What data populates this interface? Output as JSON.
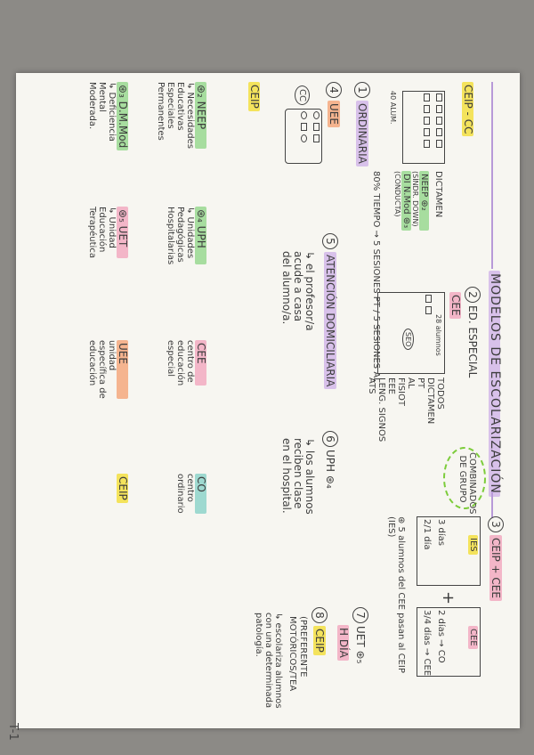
{
  "title": "MODELOS DE ESCOLARIZACIÓN",
  "page_number": "T-1",
  "sections": {
    "ordinaria": {
      "num": "1",
      "label": "ORDINARIA",
      "school": "CEIP - CC",
      "dictamen": "DICTAMEN",
      "building_label": "40 ALUM.",
      "tags": [
        "NEEP ⊛₂",
        "(SÍNDR. DOWN)",
        "DI N.Mod ⊛₃",
        "(CONDUCTA)"
      ],
      "tiempo": "80% TIEMPO → 5 SESIONES PT / 5 SESIONES AL"
    },
    "ed_especial": {
      "num": "2",
      "label": "ED. ESPECIAL",
      "school": "CEE",
      "box_note": "28 alumnos",
      "sub": [
        "SEO"
      ],
      "list": [
        "TODOS",
        "DICTAMEN",
        "PT",
        "AL",
        "FISIOT",
        "EEE",
        "LENG. SIGNOS",
        "ATS"
      ]
    },
    "ceip_cee": {
      "num": "3",
      "label": "CEIP + CEE",
      "combinados": "COMBINADOS DE GRUPO",
      "left_tag": "IES",
      "right_tag": "CEE",
      "left_days": [
        "3 días",
        "2/1 día"
      ],
      "plus": "+",
      "right_days": [
        "2 días → CO",
        "3/4 días → CEE"
      ],
      "note": "⊛ 5 alumnos del CEE pasan al CEIP (IES)"
    },
    "uee": {
      "num": "4",
      "label": "UEE",
      "cc": "CC",
      "school_tag": "CEIP"
    },
    "atencion": {
      "num": "5",
      "label": "ATENCIÓN DOMICILIARIA",
      "desc": [
        "↳ el profesor/a",
        "acude a casa",
        "del alumno/a."
      ]
    },
    "uph": {
      "num": "6",
      "label": "UPH ⊛₄",
      "desc": [
        "↳ los alumnos",
        "reciben clase",
        "en el hospital."
      ]
    },
    "uet": {
      "num": "7",
      "label": "UET ⊛₅",
      "sub": "H DÍA"
    },
    "ceip_pref": {
      "num": "8",
      "label": "CEIP",
      "sub": "(PREFERENTE",
      "sub2": "MOTÓRICOS/TEA",
      "desc": [
        "↳ escolariza alumnos",
        "con una determinada",
        "patología."
      ]
    }
  },
  "glossary": [
    {
      "key": "⊛₂ NEEP",
      "lines": [
        "↳ Necesidades",
        "Educativas",
        "Especiales",
        "Permanentes"
      ]
    },
    {
      "key": "⊛₃ D.M.Mod",
      "lines": [
        "↳ Deficiencia",
        "Mental",
        "Moderada."
      ]
    },
    {
      "key": "⊛₄ UPH",
      "lines": [
        "↳ Unidades",
        "Pedagógicas",
        "Hospitalarias"
      ]
    },
    {
      "key": "⊛₅ UET",
      "lines": [
        "↳ Unidad",
        "Educación",
        "Terapéutica"
      ]
    },
    {
      "key": "CEE",
      "lines": [
        "centro de",
        "educación",
        "especial"
      ]
    },
    {
      "key": "UEE",
      "lines": [
        "unidad",
        "específica de",
        "educación"
      ]
    },
    {
      "key": "CO",
      "lines": [
        "centro",
        "ordinario"
      ]
    },
    {
      "key": "CEIP",
      "lines": []
    }
  ],
  "colors": {
    "pink": "#f3b6c8",
    "yellow": "#f4e35c",
    "lilac": "#d8c1ea",
    "green": "#a7dd9f",
    "teal": "#9ed9d0",
    "orange": "#f5b48f"
  }
}
